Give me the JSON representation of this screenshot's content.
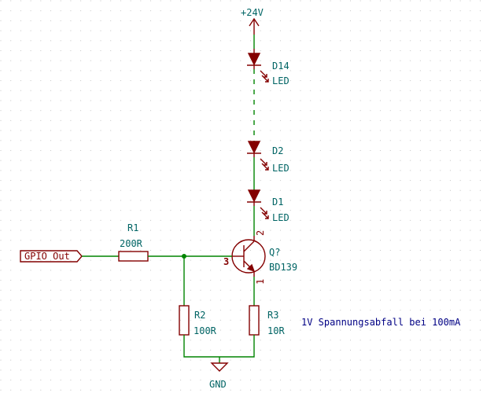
{
  "power": {
    "top_label": "+24V",
    "bottom_label": "GND"
  },
  "components": {
    "d14": {
      "ref": "D14",
      "value": "LED"
    },
    "d2": {
      "ref": "D2",
      "value": "LED"
    },
    "d1": {
      "ref": "D1",
      "value": "LED"
    },
    "r1": {
      "ref": "R1",
      "value": "200R"
    },
    "r2": {
      "ref": "R2",
      "value": "100R"
    },
    "r3": {
      "ref": "R3",
      "value": "10R"
    },
    "q": {
      "ref": "Q?",
      "value": "BD139",
      "pin_base": "3",
      "pin_collector": "2",
      "pin_emitter": "1"
    }
  },
  "labels": {
    "gpio": "GPIO_Out"
  },
  "note": "1V Spannungsabfall bei 100mA",
  "colors": {
    "wire": "#008400",
    "symbol": "#840000",
    "text": "#006464",
    "note": "#000084",
    "grid": "#c8c8c8"
  }
}
